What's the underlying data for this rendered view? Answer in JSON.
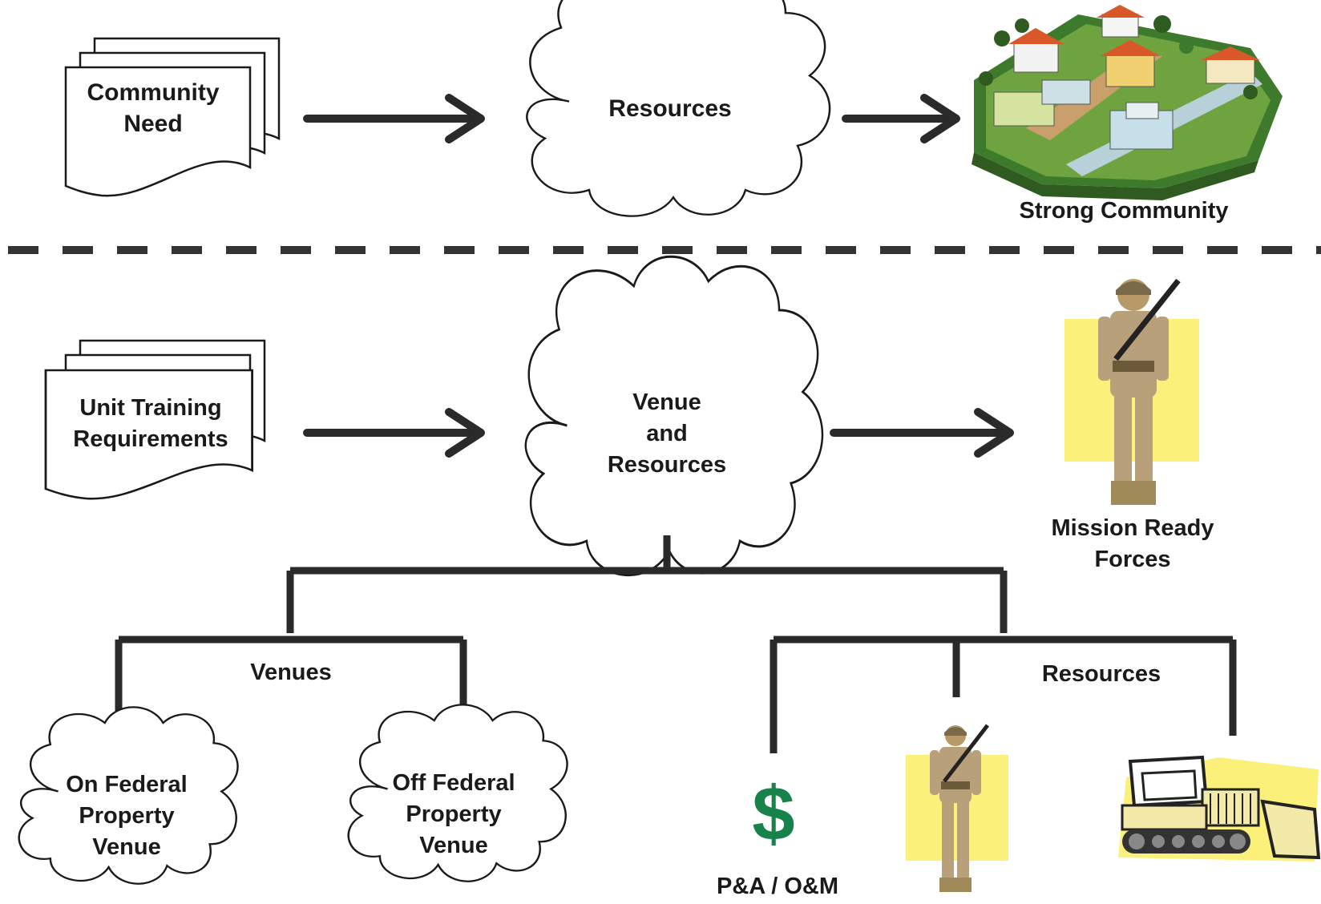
{
  "top_row": {
    "document_label_line1": "Community",
    "document_label_line2": "Need",
    "cloud_label": "Resources",
    "outcome_label": "Strong Community"
  },
  "bottom_row": {
    "document_label_line1": "Unit Training",
    "document_label_line2": "Requirements",
    "cloud_label_line1": "Venue",
    "cloud_label_line2": "and",
    "cloud_label_line3": "Resources",
    "outcome_label_line1": "Mission Ready",
    "outcome_label_line2": "Forces"
  },
  "tree": {
    "venues_label": "Venues",
    "resources_label": "Resources",
    "on_federal_line1": "On Federal",
    "on_federal_line2": "Property",
    "on_federal_line3": "Venue",
    "off_federal_line1": "Off Federal",
    "off_federal_line2": "Property",
    "off_federal_line3": "Venue",
    "dollar_symbol": "$",
    "funding_label": "P&A / O&M"
  },
  "colors": {
    "dollar_green": "#17834a",
    "highlight_yellow": "#fbf07a",
    "line_dark": "#2a2a2a"
  },
  "icons": [
    "stacked-document-icon",
    "cloud-icon",
    "houses-illustration",
    "soldier-illustration",
    "dollar-icon",
    "bulldozer-illustration"
  ]
}
